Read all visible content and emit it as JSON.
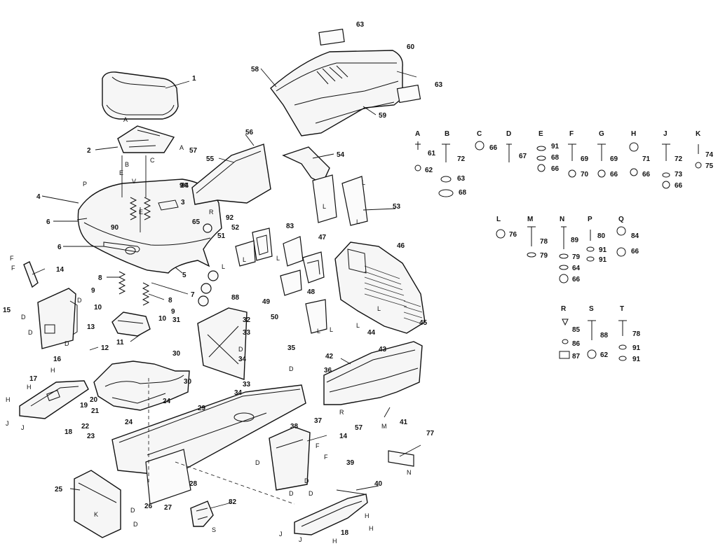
{
  "diagram": {
    "callouts": [
      "1",
      "2",
      "3",
      "4",
      "5",
      "6",
      "6",
      "7",
      "8",
      "8",
      "9",
      "9",
      "10",
      "10",
      "11",
      "12",
      "13",
      "14",
      "14",
      "15",
      "16",
      "17",
      "18",
      "18",
      "19",
      "20",
      "21",
      "22",
      "23",
      "24",
      "24",
      "25",
      "26",
      "27",
      "28",
      "29",
      "30",
      "30",
      "31",
      "32",
      "33",
      "33",
      "34",
      "34",
      "35",
      "36",
      "37",
      "38",
      "39",
      "40",
      "41",
      "42",
      "43",
      "44",
      "45",
      "46",
      "47",
      "48",
      "49",
      "50",
      "51",
      "52",
      "53",
      "54",
      "55",
      "56",
      "57",
      "57",
      "58",
      "59",
      "60",
      "63",
      "63",
      "65",
      "77",
      "82",
      "83",
      "84",
      "88",
      "90",
      "92",
      "94"
    ],
    "letters": [
      "A",
      "A",
      "B",
      "C",
      "D",
      "D",
      "D",
      "D",
      "D",
      "D",
      "D",
      "D",
      "D",
      "D",
      "D",
      "D",
      "E",
      "E",
      "F",
      "F",
      "F",
      "F",
      "H",
      "H",
      "H",
      "H",
      "H",
      "H",
      "J",
      "J",
      "J",
      "J",
      "K",
      "L",
      "L",
      "L",
      "L",
      "L",
      "L",
      "L",
      "L",
      "L",
      "L",
      "M",
      "N",
      "P",
      "R",
      "R",
      "S",
      "V"
    ],
    "hardware": [
      {
        "key": "A",
        "nums": [
          "61",
          "62"
        ]
      },
      {
        "key": "B",
        "nums": [
          "72",
          "63",
          "68"
        ]
      },
      {
        "key": "C",
        "nums": [
          "66"
        ]
      },
      {
        "key": "D",
        "nums": [
          "67"
        ]
      },
      {
        "key": "E",
        "nums": [
          "91",
          "68",
          "66"
        ]
      },
      {
        "key": "F",
        "nums": [
          "69",
          "70"
        ]
      },
      {
        "key": "G",
        "nums": [
          "69",
          "66"
        ]
      },
      {
        "key": "H",
        "nums": [
          "71",
          "66"
        ]
      },
      {
        "key": "J",
        "nums": [
          "72",
          "73",
          "66"
        ]
      },
      {
        "key": "K",
        "nums": [
          "74",
          "75"
        ]
      },
      {
        "key": "L",
        "nums": [
          "76"
        ]
      },
      {
        "key": "M",
        "nums": [
          "78",
          "79"
        ]
      },
      {
        "key": "N",
        "nums": [
          "89",
          "79",
          "64",
          "66"
        ]
      },
      {
        "key": "P",
        "nums": [
          "80",
          "91",
          "91"
        ]
      },
      {
        "key": "Q",
        "nums": [
          "84",
          "66"
        ]
      },
      {
        "key": "R",
        "nums": [
          "85",
          "86",
          "87"
        ]
      },
      {
        "key": "S",
        "nums": [
          "88",
          "62"
        ]
      },
      {
        "key": "T",
        "nums": [
          "78",
          "91",
          "91"
        ]
      }
    ]
  }
}
